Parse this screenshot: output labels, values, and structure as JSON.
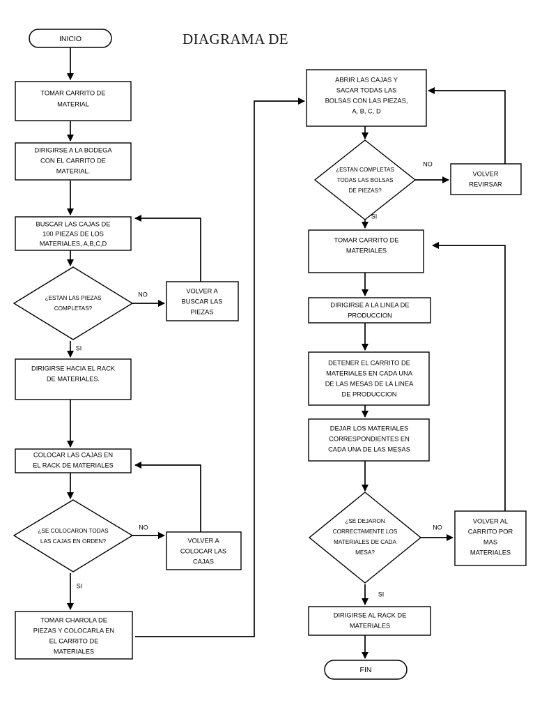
{
  "title": "DIAGRAMA DE",
  "theme": {
    "background": "#ffffff",
    "stroke": "#000000",
    "text": "#000000"
  },
  "labels": {
    "yes": "SI",
    "no": "NO"
  },
  "nodes": {
    "start": {
      "type": "terminator",
      "text": "INICIO"
    },
    "n1": {
      "type": "process",
      "lines": [
        "TOMAR CARRITO DE",
        "MATERIAL"
      ]
    },
    "n2": {
      "type": "process",
      "lines": [
        "DIRIGIRSE A LA BODEGA",
        "CON EL CARRITO DE",
        "MATERIAL."
      ]
    },
    "n3": {
      "type": "process",
      "lines": [
        "BUSCAR LAS CAJAS DE",
        "100 PIEZAS DE LOS",
        "MATERIALES, A,B,C,D"
      ]
    },
    "d1": {
      "type": "decision",
      "lines": [
        "¿ESTAN LAS PIEZAS",
        "COMPLETAS?"
      ]
    },
    "r1": {
      "type": "process",
      "lines": [
        "VOLVER A",
        "BUSCAR LAS",
        "PIEZAS"
      ]
    },
    "n4": {
      "type": "process",
      "lines": [
        "DIRIGIRSE HACIA EL RACK",
        "DE MATERIALES."
      ]
    },
    "n5": {
      "type": "process",
      "lines": [
        "COLOCAR LAS CAJAS EN",
        "EL RACK DE MATERIALES"
      ]
    },
    "d2": {
      "type": "decision",
      "lines": [
        "¿SE COLOCARON TODAS",
        "LAS CAJAS EN ORDEN?"
      ]
    },
    "r2": {
      "type": "process",
      "lines": [
        "VOLVER A",
        "COLOCAR LAS",
        "CAJAS"
      ]
    },
    "n6": {
      "type": "process",
      "lines": [
        "TOMAR CHAROLA DE",
        "PIEZAS Y COLOCARLA EN",
        "EL CARRITO DE",
        "MATERIALES"
      ]
    },
    "n7": {
      "type": "process",
      "lines": [
        "ABRIR LAS CAJAS Y",
        "SACAR TODAS LAS",
        "BOLSAS CON LAS PIEZAS,",
        "A, B, C, D"
      ]
    },
    "d3": {
      "type": "decision",
      "lines": [
        "¿ESTAN COMPLETAS",
        "TODAS LAS BOLSAS",
        "DE PIEZAS?"
      ]
    },
    "r3": {
      "type": "process",
      "lines": [
        "VOLVER",
        "REVIRSAR"
      ]
    },
    "n8": {
      "type": "process",
      "lines": [
        "TOMAR CARRITO DE",
        "MATERIALES"
      ]
    },
    "n9": {
      "type": "process",
      "lines": [
        "DIRIGIRSE A LA LINEA DE",
        "PRODUCCION"
      ]
    },
    "n10": {
      "type": "process",
      "lines": [
        "DETENER EL CARRITO DE",
        "MATERIALES EN CADA UNA",
        "DE LAS MESAS DE LA LINEA",
        "DE PRODUCCION"
      ]
    },
    "n11": {
      "type": "process",
      "lines": [
        "DEJAR LOS MATERIALES",
        "CORRESPONDIENTES EN",
        "CADA UNA DE LAS MESAS"
      ]
    },
    "d4": {
      "type": "decision",
      "lines": [
        "¿SE DEJARON",
        "CORRECTAMENTE LOS",
        "MATERIALES DE CADA",
        "MESA?"
      ]
    },
    "r4": {
      "type": "process",
      "lines": [
        "VOLVER AL",
        "CARRITO POR",
        "MAS",
        "MATERIALES"
      ]
    },
    "n12": {
      "type": "process",
      "lines": [
        "DIRIGIRSE AL RACK DE",
        "MATERIALES"
      ]
    },
    "end": {
      "type": "terminator",
      "text": "FIN"
    }
  },
  "edge_labels": {
    "d1_no": "NO",
    "d1_si": "SI",
    "d2_no": "NO",
    "d2_si": "SI",
    "d3_no": "NO",
    "d3_si": "SI",
    "d4_no": "NO",
    "d4_si": "SI"
  }
}
